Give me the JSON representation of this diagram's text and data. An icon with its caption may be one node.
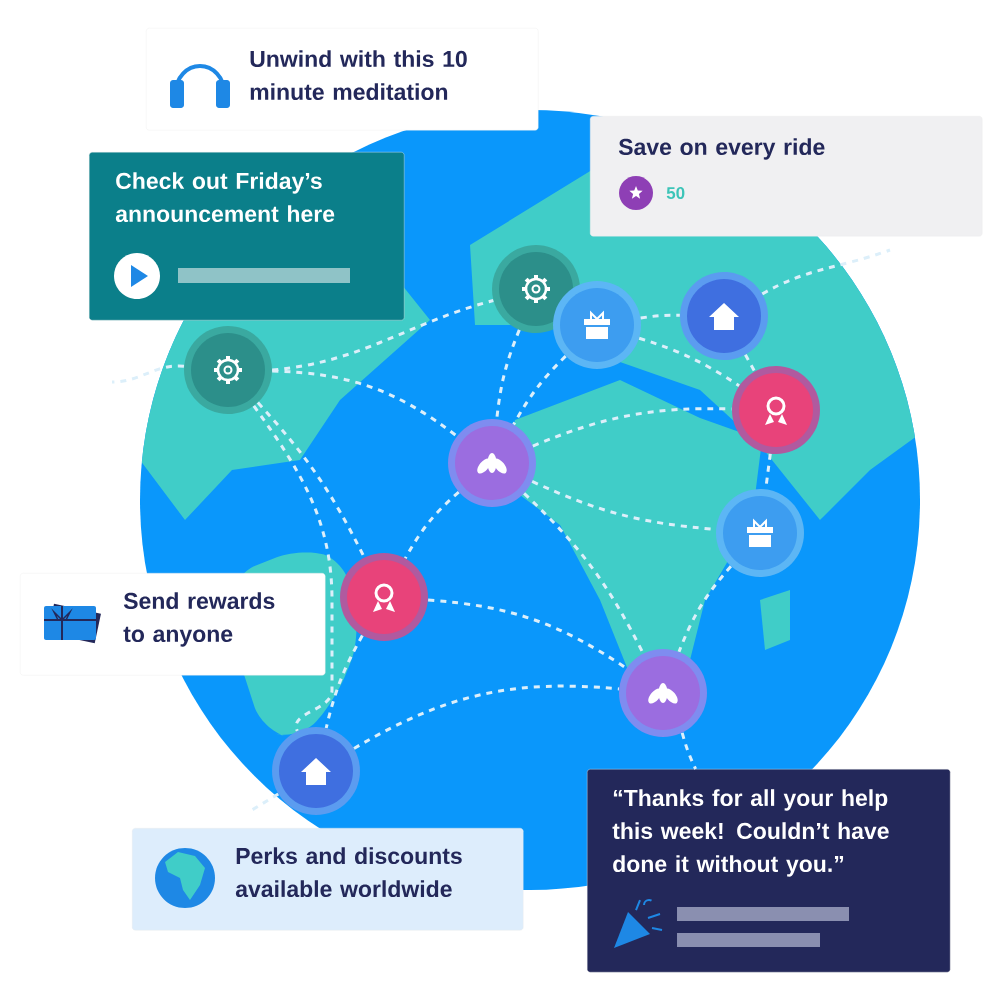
{
  "diagram": {
    "nodes": [
      {
        "text": [
          "Unwind with this 10 minute meditation"
        ]
      },
      {
        "text": [
          "Save on every ride",
          "50"
        ]
      },
      {
        "text": [
          "Check out Friday’s announcement here"
        ]
      },
      {
        "text": [
          "Send rewards to anyone"
        ]
      },
      {
        "text": [
          "Perks and discounts available worldwide"
        ]
      },
      {
        "text": [
          "“Thanks for all your help this week! Couldn’t have done it without you.”"
        ]
      },
      {
        "text": [],
        "shape": "circle"
      },
      {
        "text": [],
        "shape": "circle"
      },
      {
        "text": [],
        "shape": "circle"
      },
      {
        "text": [],
        "shape": "circle"
      },
      {
        "text": [],
        "shape": "circle"
      },
      {
        "text": [],
        "shape": "circle"
      },
      {
        "text": [],
        "shape": "circle"
      },
      {
        "text": [],
        "shape": "circle"
      },
      {
        "text": [],
        "shape": "circle"
      },
      {
        "text": [],
        "shape": "circle"
      }
    ],
    "edges": [
      {
        "from": 6,
        "to": 10,
        "arrow": "none"
      },
      {
        "from": 6,
        "to": 9,
        "arrow": "none"
      },
      {
        "from": 6,
        "to": 8,
        "arrow": "none"
      },
      {
        "from": 6,
        "to": 7,
        "arrow": "none"
      },
      {
        "from": 10,
        "to": 9,
        "arrow": "none"
      },
      {
        "from": 11,
        "to": 9,
        "arrow": "none"
      },
      {
        "from": 11,
        "to": 13,
        "arrow": "none"
      },
      {
        "from": 11,
        "to": 15,
        "arrow": "none"
      },
      {
        "from": 13,
        "to": 15,
        "arrow": "none"
      },
      {
        "from": 9,
        "to": 15,
        "arrow": "none"
      },
      {
        "from": 9,
        "to": 14,
        "arrow": "none"
      },
      {
        "from": 9,
        "to": 8,
        "arrow": "none"
      },
      {
        "from": 9,
        "to": 12,
        "arrow": "none"
      },
      {
        "from": 15,
        "to": 14,
        "arrow": "none"
      },
      {
        "from": 14,
        "to": 12,
        "arrow": "none"
      },
      {
        "from": 8,
        "to": 12,
        "arrow": "none"
      },
      {
        "from": 8,
        "to": 7,
        "arrow": "none"
      },
      {
        "from": 7,
        "to": 12,
        "arrow": "none"
      },
      {
        "from": 12,
        "to": 5,
        "arrow": "none"
      },
      {
        "from": 6,
        "to": null,
        "arrow": "none"
      },
      {
        "from": 13,
        "to": null,
        "arrow": "none"
      },
      {
        "from": 7,
        "to": null,
        "arrow": "none"
      }
    ]
  }
}
